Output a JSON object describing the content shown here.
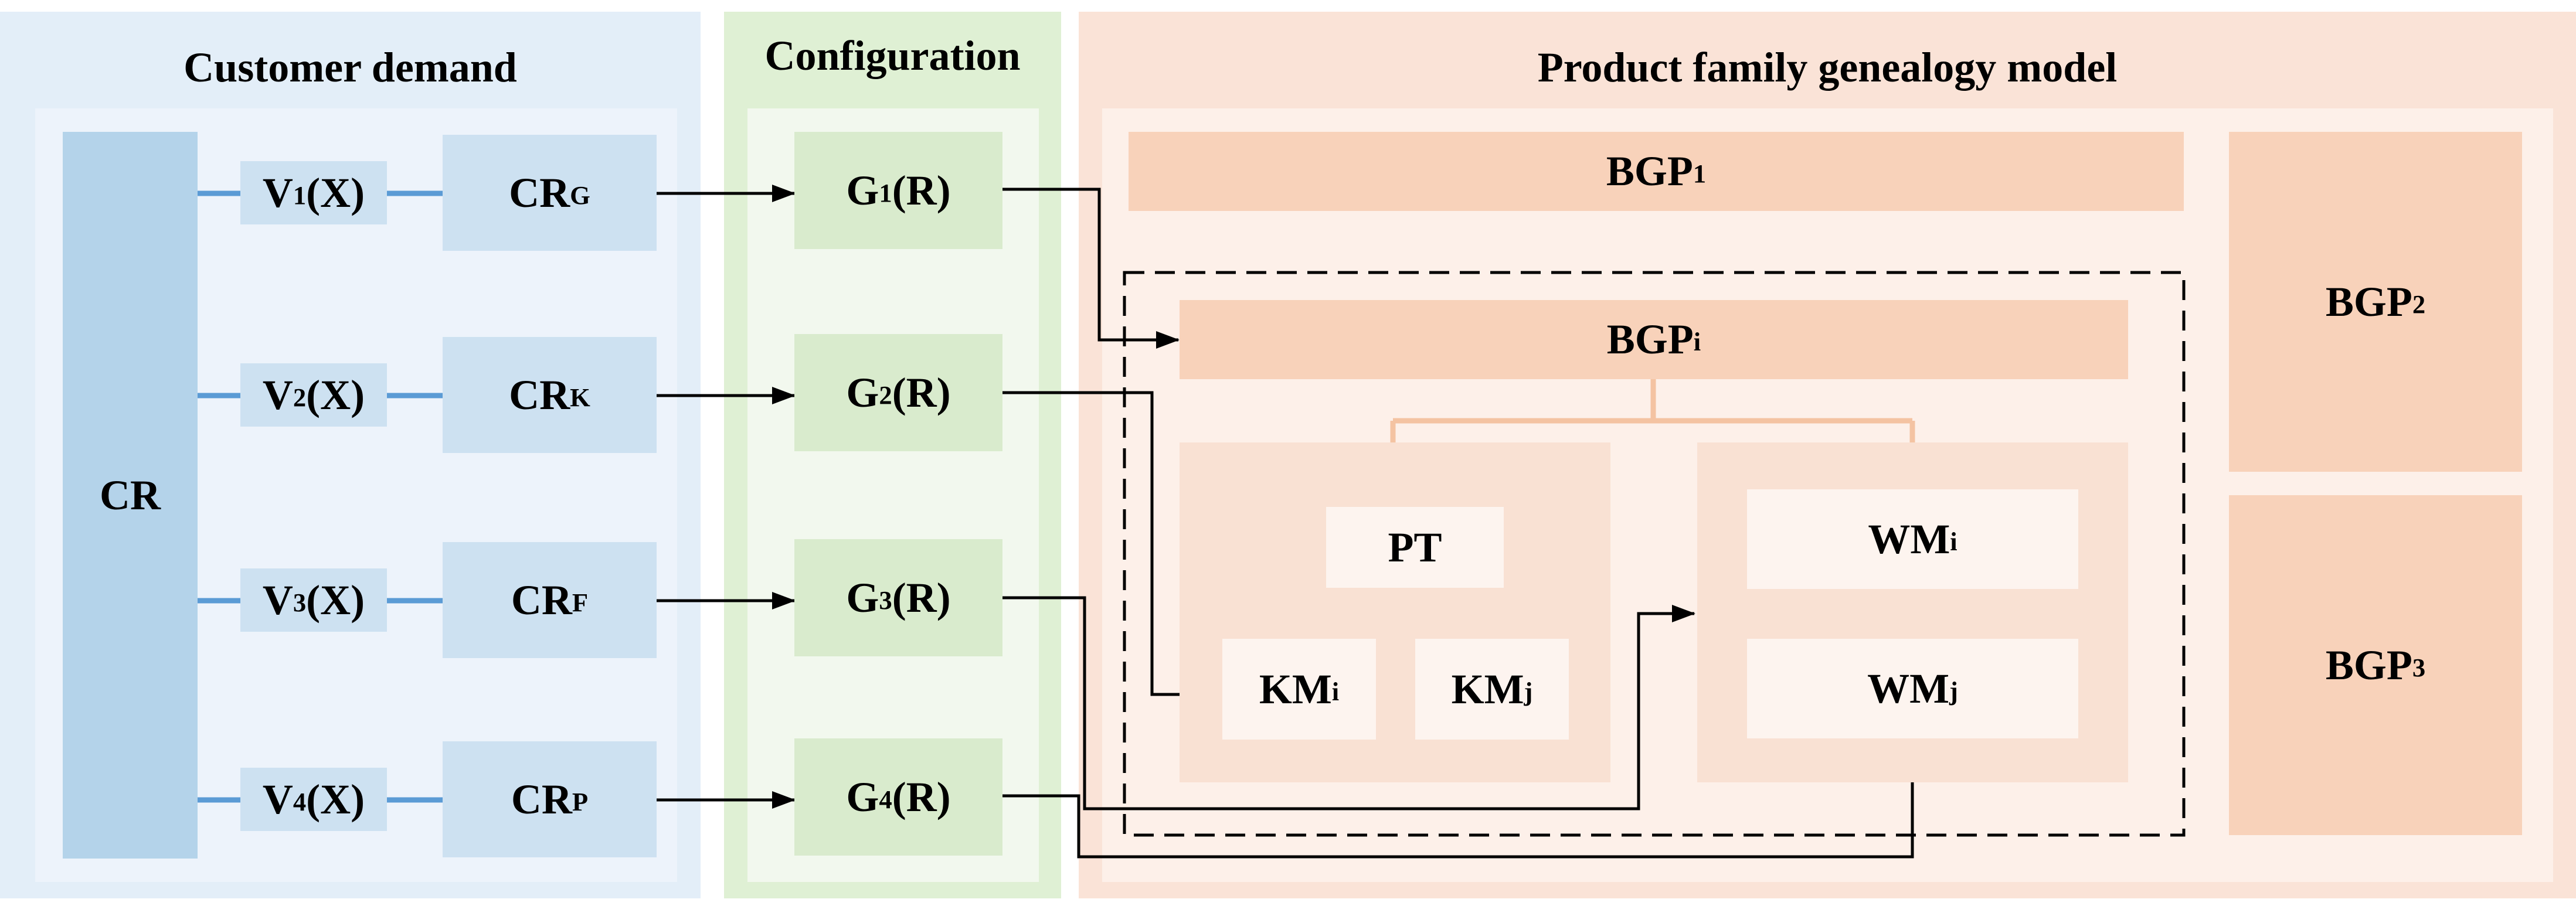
{
  "panels": {
    "customer_demand": "Customer demand",
    "configuration": "Configuration",
    "genealogy": "Product family genealogy model"
  },
  "customer": {
    "cr": "CR",
    "rows": [
      {
        "v_main": "V",
        "v_sub": "1",
        "v_tail": "(X)",
        "cr_main": "CR",
        "cr_sub": "G"
      },
      {
        "v_main": "V",
        "v_sub": "2",
        "v_tail": "(X)",
        "cr_main": "CR",
        "cr_sub": "K"
      },
      {
        "v_main": "V",
        "v_sub": "3",
        "v_tail": "(X)",
        "cr_main": "CR",
        "cr_sub": "F"
      },
      {
        "v_main": "V",
        "v_sub": "4",
        "v_tail": "(X)",
        "cr_main": "CR",
        "cr_sub": "P"
      }
    ]
  },
  "configuration": {
    "items": [
      {
        "main": "G",
        "sub": "1",
        "tail": "(R)"
      },
      {
        "main": "G",
        "sub": "2",
        "tail": "(R)"
      },
      {
        "main": "G",
        "sub": "3",
        "tail": "(R)"
      },
      {
        "main": "G",
        "sub": "4",
        "tail": "(R)"
      }
    ]
  },
  "genealogy": {
    "bgp1": {
      "main": "BGP",
      "sub": "1"
    },
    "bgp2": {
      "main": "BGP",
      "sub": "2"
    },
    "bgp3": {
      "main": "BGP",
      "sub": "3"
    },
    "bgpi": {
      "main": "BGP",
      "sub": "i"
    },
    "pt": "PT",
    "kmi": {
      "main": "KM",
      "sub": "i"
    },
    "kmj": {
      "main": "KM",
      "sub": "j"
    },
    "wmi": {
      "main": "WM",
      "sub": "i"
    },
    "wmj": {
      "main": "WM",
      "sub": "j"
    }
  },
  "colors": {
    "blue_link": "#5b9bd5",
    "tree_line": "#f4c3a2",
    "arrow": "#000000"
  }
}
